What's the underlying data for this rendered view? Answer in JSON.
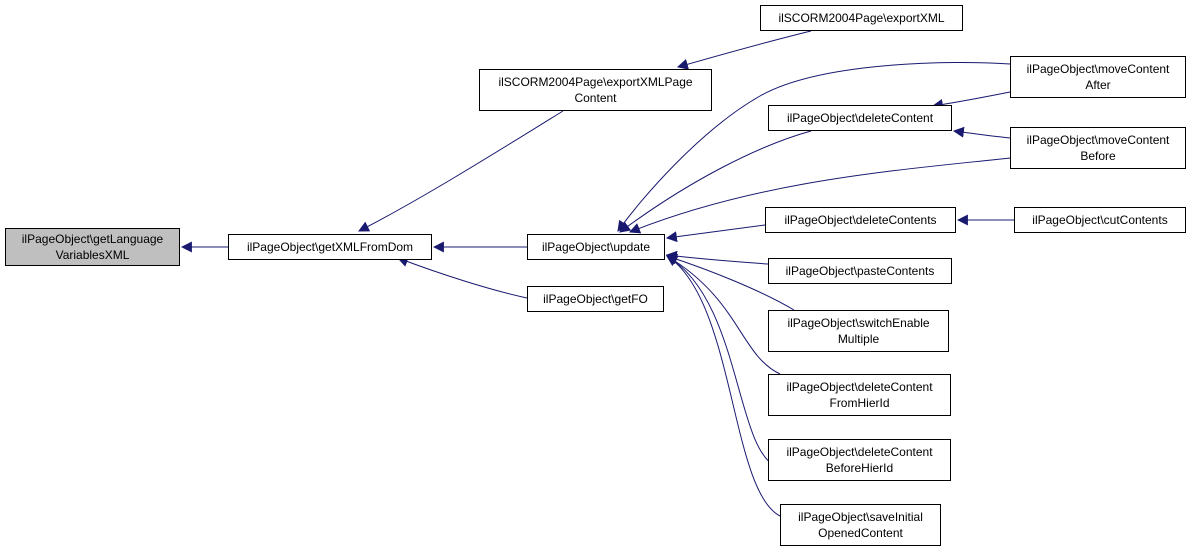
{
  "colors": {
    "edge": "#191970",
    "node_border": "#000000",
    "node_fill": "#ffffff",
    "root_fill": "#bfbfbf",
    "text": "#000000"
  },
  "nodes": {
    "getLanguageVariablesXML": "ilPageObject\\getLanguage\nVariablesXML",
    "getXMLFromDom": "ilPageObject\\getXMLFromDom",
    "exportXMLPageContent": "ilSCORM2004Page\\exportXMLPage\nContent",
    "exportXML": "ilSCORM2004Page\\exportXML",
    "update": "ilPageObject\\update",
    "getFO": "ilPageObject\\getFO",
    "deleteContent": "ilPageObject\\deleteContent",
    "moveContentAfter": "ilPageObject\\moveContent\nAfter",
    "moveContentBefore": "ilPageObject\\moveContent\nBefore",
    "deleteContents": "ilPageObject\\deleteContents",
    "cutContents": "ilPageObject\\cutContents",
    "pasteContents": "ilPageObject\\pasteContents",
    "switchEnableMultiple": "ilPageObject\\switchEnable\nMultiple",
    "deleteContentFromHierId": "ilPageObject\\deleteContent\nFromHierId",
    "deleteContentBeforeHierId": "ilPageObject\\deleteContent\nBeforeHierId",
    "saveInitialOpenedContent": "ilPageObject\\saveInitial\nOpenedContent"
  },
  "edges": [
    [
      "getXMLFromDom",
      "getLanguageVariablesXML"
    ],
    [
      "exportXMLPageContent",
      "getXMLFromDom"
    ],
    [
      "update",
      "getXMLFromDom"
    ],
    [
      "getFO",
      "getXMLFromDom"
    ],
    [
      "exportXML",
      "exportXMLPageContent"
    ],
    [
      "moveContentAfter",
      "update"
    ],
    [
      "deleteContent",
      "update"
    ],
    [
      "moveContentBefore",
      "update"
    ],
    [
      "deleteContents",
      "update"
    ],
    [
      "pasteContents",
      "update"
    ],
    [
      "switchEnableMultiple",
      "update"
    ],
    [
      "deleteContentFromHierId",
      "update"
    ],
    [
      "deleteContentBeforeHierId",
      "update"
    ],
    [
      "saveInitialOpenedContent",
      "update"
    ],
    [
      "moveContentAfter",
      "deleteContent"
    ],
    [
      "moveContentBefore",
      "deleteContent"
    ],
    [
      "cutContents",
      "deleteContents"
    ]
  ]
}
